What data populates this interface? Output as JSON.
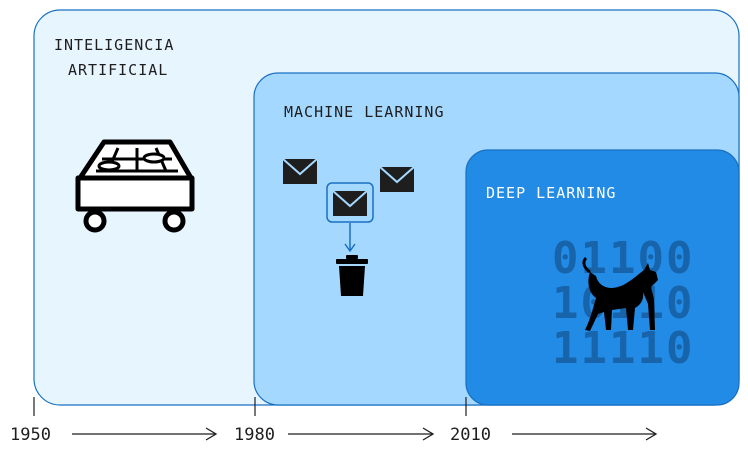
{
  "regions": {
    "ai": {
      "title_line1": "INTELIGENCIA",
      "title_line2": "ARTIFICIAL",
      "fill": "#e7f5ff",
      "stroke": "#1971c2"
    },
    "ml": {
      "title": "MACHINE LEARNING",
      "fill": "#a5d8ff",
      "stroke": "#1971c2"
    },
    "dl": {
      "title": "DEEP LEARNING",
      "fill": "#228be6",
      "stroke": "#1971c2"
    }
  },
  "deep_learning_bits": [
    "01100",
    "10110",
    "11110"
  ],
  "timeline": {
    "years": [
      "1950",
      "1980",
      "2010"
    ]
  },
  "icons": {
    "ai": "checkers-board-cart-icon",
    "ml": [
      "mail-icon",
      "mail-icon",
      "mail-icon",
      "trash-icon"
    ],
    "dl": "cat-icon"
  }
}
